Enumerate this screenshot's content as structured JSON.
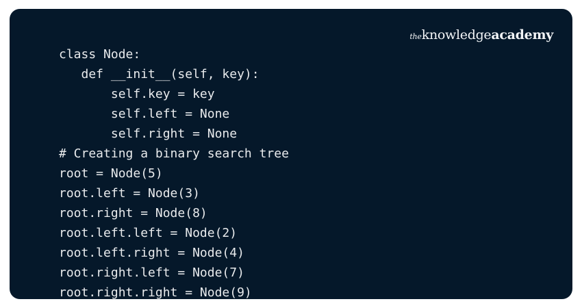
{
  "card": {
    "background_color": "#05182a",
    "text_color": "#e9ebed",
    "page_background": "#ffffff"
  },
  "brand": {
    "part_the": "the",
    "part_knowledge": "knowledge",
    "part_academy": "academy",
    "full_text": "theknowledgeacademy"
  },
  "code_block": {
    "language": "python",
    "lines": [
      "class Node:",
      "   def __init__(self, key):",
      "       self.key = key",
      "       self.left = None",
      "       self.right = None",
      "# Creating a binary search tree",
      "root = Node(5)",
      "root.left = Node(3)",
      "root.right = Node(8)",
      "root.left.left = Node(2)",
      "root.left.right = Node(4)",
      "root.right.left = Node(7)",
      "root.right.right = Node(9)"
    ],
    "text": "class Node:\n   def __init__(self, key):\n       self.key = key\n       self.left = None\n       self.right = None\n# Creating a binary search tree\nroot = Node(5)\nroot.left = Node(3)\nroot.right = Node(8)\nroot.left.left = Node(2)\nroot.left.right = Node(4)\nroot.right.left = Node(7)\nroot.right.right = Node(9)"
  }
}
